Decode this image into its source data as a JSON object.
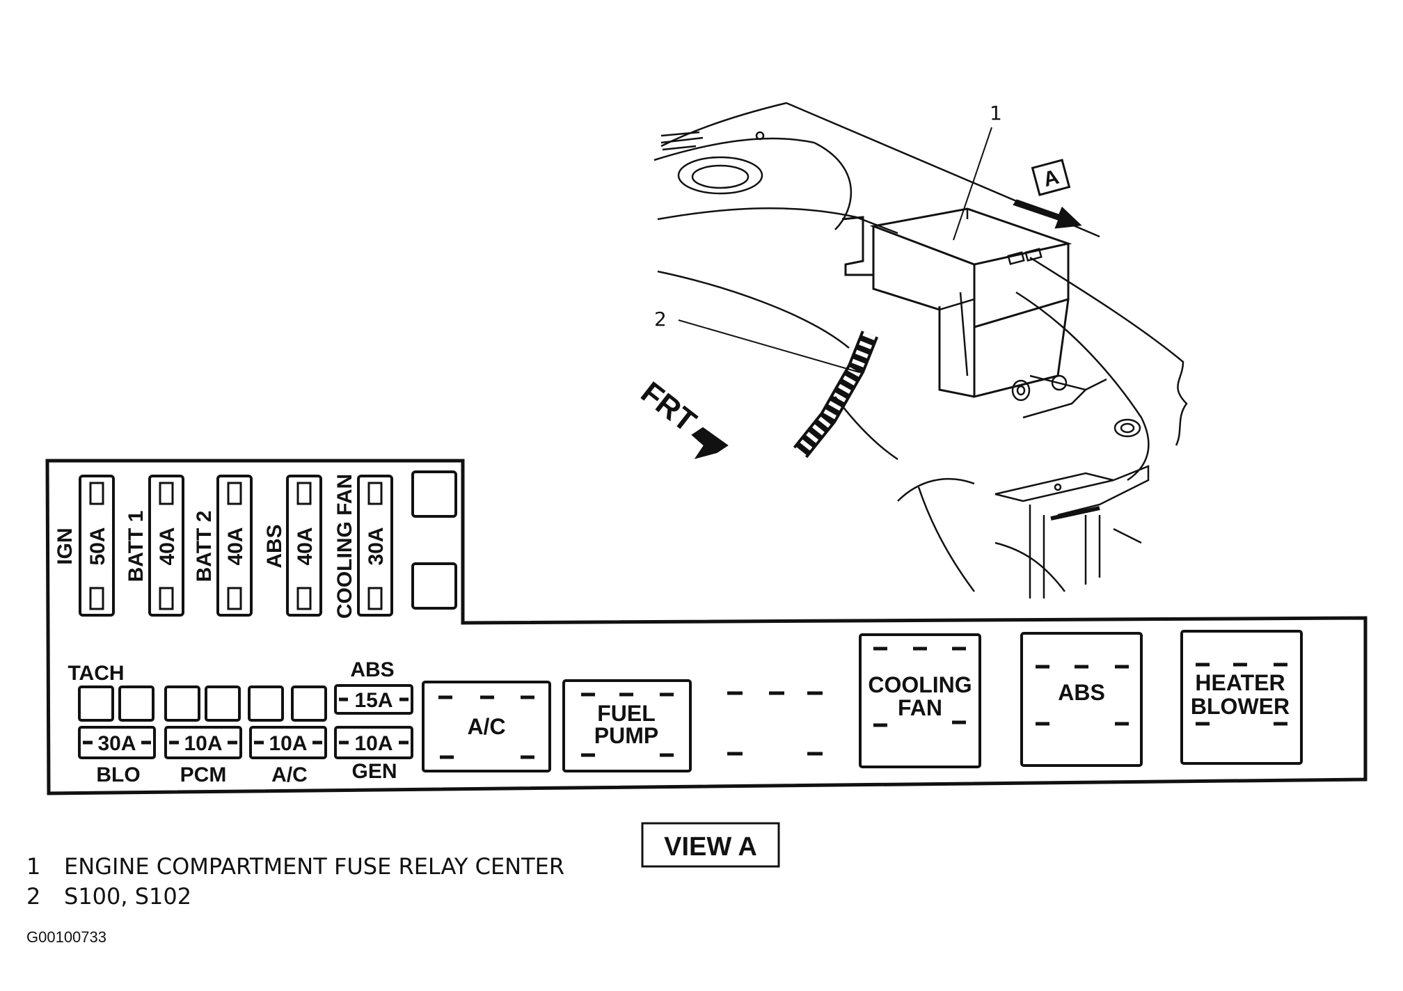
{
  "callouts": {
    "c1": "1",
    "c2": "2",
    "view_marker": "A",
    "front": "FRT"
  },
  "maxi_fuses": [
    {
      "circuit": "IGN",
      "rating": "50A"
    },
    {
      "circuit": "BATT 1",
      "rating": "40A"
    },
    {
      "circuit": "BATT 2",
      "rating": "40A"
    },
    {
      "circuit": "ABS",
      "rating": "40A"
    },
    {
      "circuit": "COOLING FAN",
      "rating": "30A"
    }
  ],
  "mini_fuses": {
    "tach_label": "TACH",
    "abs_label": "ABS",
    "abs_rating": "15A",
    "row": [
      {
        "rating": "30A",
        "circuit": "BLO"
      },
      {
        "rating": "10A",
        "circuit": "PCM"
      },
      {
        "rating": "10A",
        "circuit": "A/C"
      },
      {
        "rating": "10A",
        "circuit": "GEN"
      }
    ]
  },
  "relays": {
    "ac": "A/C",
    "fuel_pump_l1": "FUEL",
    "fuel_pump_l2": "PUMP",
    "cooling_fan_l1": "COOLING",
    "cooling_fan_l2": "FAN",
    "abs": "ABS",
    "heater_l1": "HEATER",
    "heater_l2": "BLOWER"
  },
  "view_label": "VIEW A",
  "legend": [
    {
      "num": "1",
      "text": "ENGINE COMPARTMENT FUSE RELAY CENTER"
    },
    {
      "num": "2",
      "text": "S100, S102"
    }
  ],
  "figure_id": "G00100733"
}
